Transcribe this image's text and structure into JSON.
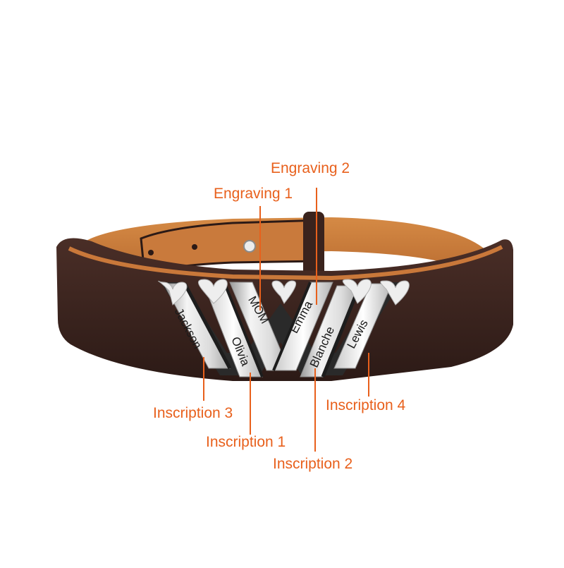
{
  "image": {
    "subject": "personalized leather bracelet with silver chevron bars",
    "colors": {
      "callout": "#e8601c",
      "leather_outer": "#3b2520",
      "leather_inner": "#c9783a",
      "silver": "#e4e4e4",
      "background": "#ffffff"
    }
  },
  "engravings": {
    "mom": "MOM",
    "emma": "Emma",
    "jackson": "Jackson",
    "olivia": "Olivia",
    "blanche": "Blanche",
    "lewis": "Lewis"
  },
  "callouts": {
    "engraving_2": "Engraving 2",
    "engraving_1": "Engraving 1",
    "inscription_3": "Inscription 3",
    "inscription_1": "Inscription 1",
    "inscription_2": "Inscription 2",
    "inscription_4": "Inscription 4"
  }
}
